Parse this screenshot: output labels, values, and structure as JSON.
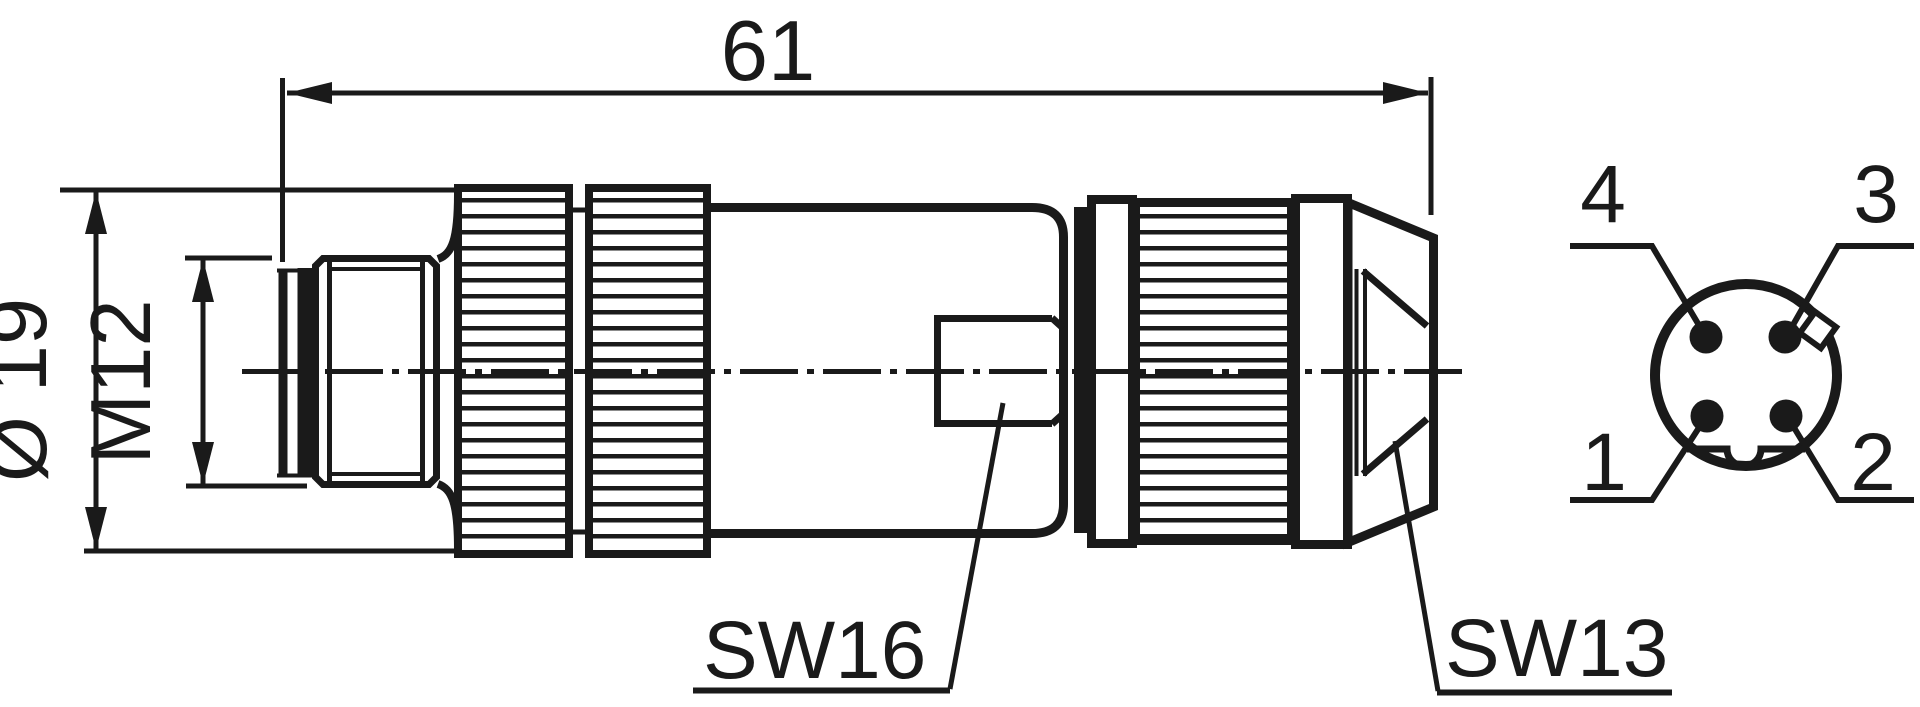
{
  "labels": {
    "length": "61",
    "outer_diameter": "Ø 19",
    "thread": "M12",
    "wrench_body": "SW16",
    "wrench_nut": "SW13",
    "pin1": "1",
    "pin2": "2",
    "pin3": "3",
    "pin4": "4"
  },
  "colors": {
    "ink": "#1a1a1a",
    "background": "#ffffff"
  }
}
